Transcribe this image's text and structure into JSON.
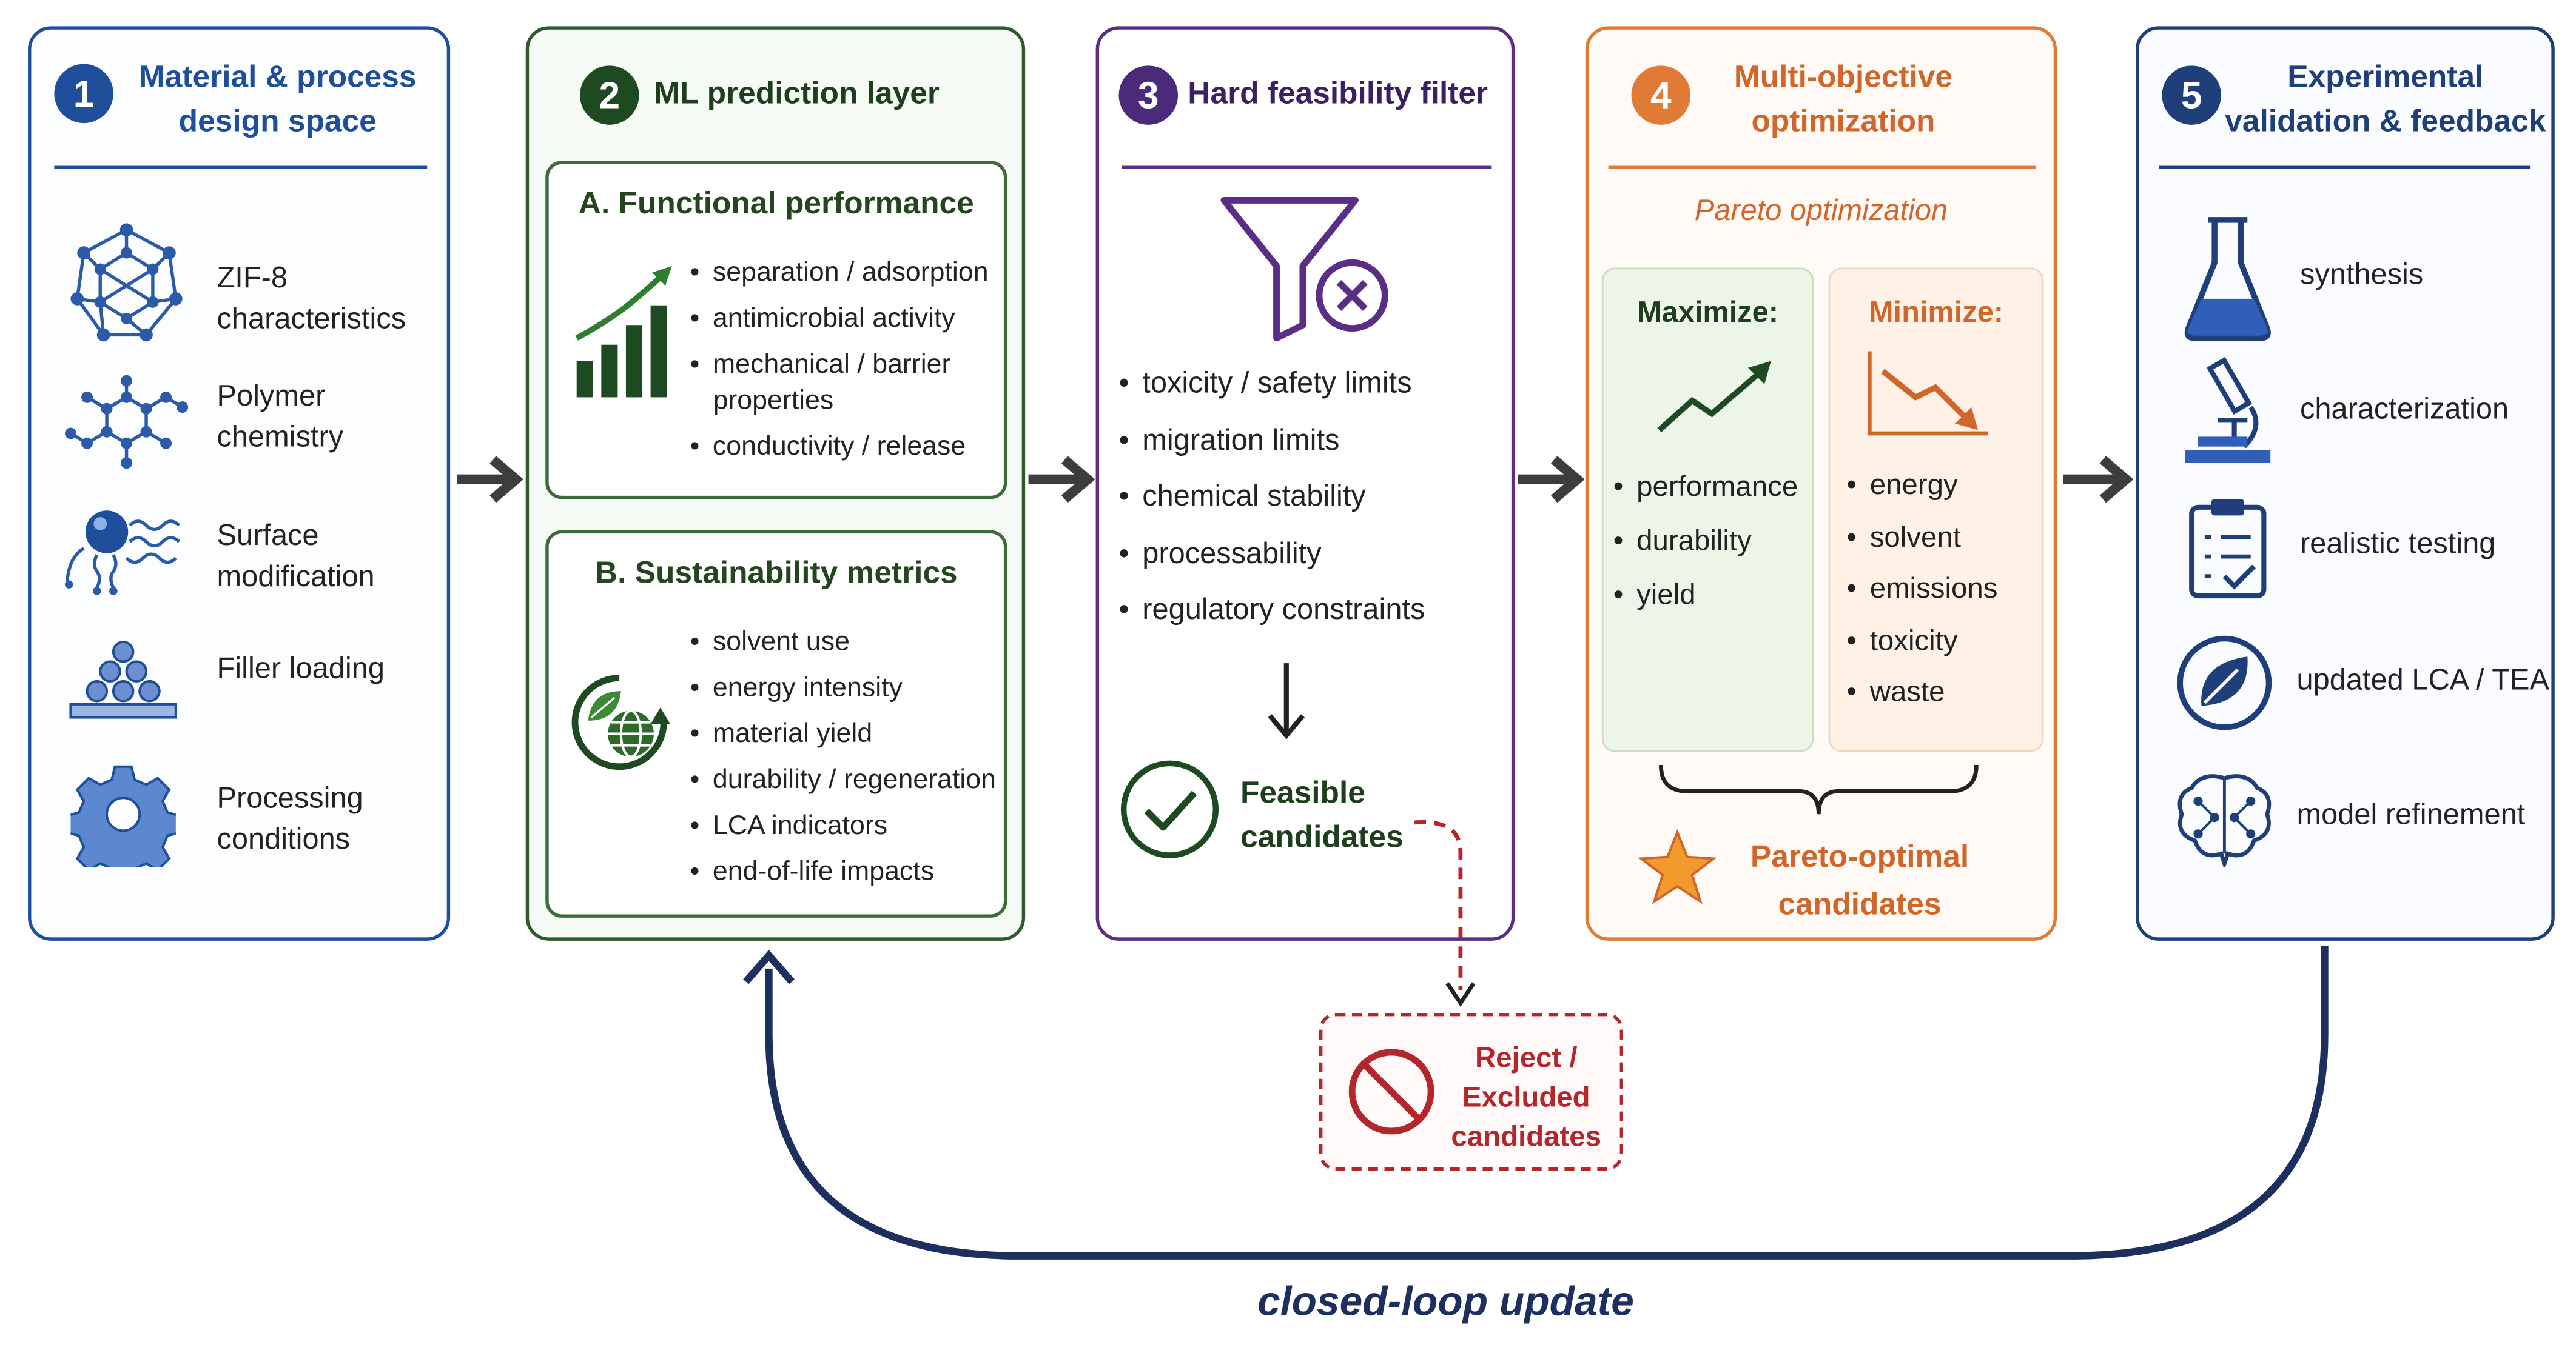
{
  "colors": {
    "blue": "#1f4e9a",
    "green": "#2e5a2f",
    "purple": "#5a2d86",
    "orange": "#e07b36",
    "navy": "#1f3f7a",
    "red": "#b3262b",
    "loop": "#1c2f5e"
  },
  "panel1": {
    "number": "1",
    "title": "Material & process design space",
    "items": [
      {
        "icon": "zif8-framework-icon",
        "label": "ZIF-8 characteristics"
      },
      {
        "icon": "polymer-chain-icon",
        "label": "Polymer chemistry"
      },
      {
        "icon": "surface-molecule-icon",
        "label": "Surface modification"
      },
      {
        "icon": "filler-stack-icon",
        "label": "Filler loading"
      },
      {
        "icon": "gear-icon",
        "label": "Processing conditions"
      }
    ]
  },
  "panel2": {
    "number": "2",
    "title": "ML prediction layer",
    "functional": {
      "title": "A. Functional performance",
      "icon": "growth-bar-chart-icon",
      "bullets": [
        "separation / adsorption",
        "antimicrobial activity",
        "mechanical / barrier",
        "properties",
        "conductivity / release"
      ]
    },
    "sustainability": {
      "title": "B. Sustainability metrics",
      "icon": "leaf-globe-icon",
      "bullets": [
        "solvent use",
        "energy intensity",
        "material yield",
        "durability / regeneration",
        "LCA indicators",
        "end-of-life impacts"
      ]
    }
  },
  "panel3": {
    "number": "3",
    "title": "Hard feasibility filter",
    "icon": "funnel-reject-icon",
    "bullets": [
      "toxicity / safety limits",
      "migration limits",
      "chemical stability",
      "processability",
      "regulatory constraints"
    ],
    "feasible": "Feasible candidates"
  },
  "panel4": {
    "number": "4",
    "title": "Multi-objective optimization",
    "subtitle": "Pareto optimization",
    "maximize": {
      "title": "Maximize:",
      "items": [
        "performance",
        "durability",
        "yield"
      ]
    },
    "minimize": {
      "title": "Minimize:",
      "items": [
        "energy",
        "solvent",
        "emissions",
        "toxicity",
        "waste"
      ]
    },
    "result": "Pareto-optimal candidates"
  },
  "panel5": {
    "number": "5",
    "title": "Experimental validation & feedback",
    "items": [
      {
        "icon": "flask-icon",
        "label": "synthesis"
      },
      {
        "icon": "microscope-icon",
        "label": "characterization"
      },
      {
        "icon": "clipboard-checklist-icon",
        "label": "realistic testing"
      },
      {
        "icon": "leaf-circle-icon",
        "label": "updated LCA / TEA"
      },
      {
        "icon": "brain-network-icon",
        "label": "model refinement"
      }
    ]
  },
  "reject": {
    "label": "Reject / Excluded candidates"
  },
  "loop": {
    "label": "closed-loop update"
  }
}
